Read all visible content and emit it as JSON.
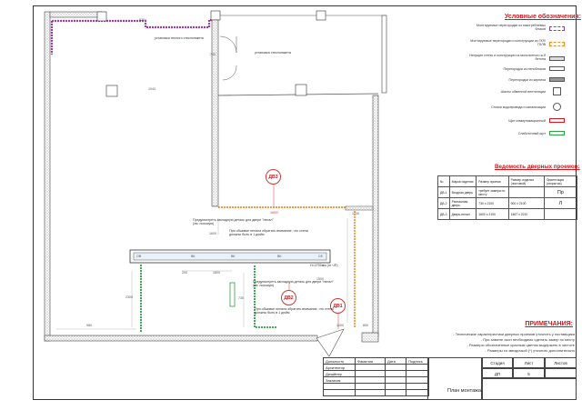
{
  "legend": {
    "title": "Условные обозначения:",
    "items": [
      {
        "label": "Монтируемые перегородки из пазогребневых блоков",
        "color": "#9e3ea0"
      },
      {
        "label": "Монтируемые перегородки и конструкции из ГКЛ/ГКЛВ",
        "color": "#f08c2c"
      },
      {
        "label": "Несущие стены и конструкции из монолитного ж.б бетона",
        "color": "#8a8a8a"
      },
      {
        "label": "Перегородки из пеноблоков",
        "color": "#4a4a4a"
      },
      {
        "label": "Перегородки из кирпича",
        "color": "#7a7a7a"
      },
      {
        "label": "Шахты обменной вентиляции",
        "color": "#666666"
      },
      {
        "label": "Стояки водопровода и канализации",
        "color": "#666666"
      },
      {
        "label": "Щит коммуникационный",
        "color": "#d4151c"
      },
      {
        "label": "Слаботочный щит",
        "color": "#2ea043"
      }
    ]
  },
  "doors": {
    "title": "Ведомость дверных проемов:",
    "headers": [
      "№",
      "Марка изделия",
      "Размер проема",
      "Размер изделия (чистовой)",
      "Ориентация (открытия)"
    ],
    "rows": [
      [
        "ДВ-1",
        "Входная дверь",
        "требует замера по месту",
        "",
        "Пр"
      ],
      [
        "ДВ-2",
        "Распашная дверь",
        "730 x 2100",
        "900 x 2100",
        "Л"
      ],
      [
        "ДВ-3",
        "Дверь-пенал",
        "1600 x 2100",
        "1567 x 2210",
        ""
      ]
    ]
  },
  "notes": {
    "title": "ПРИМЕЧАНИЯ:",
    "items": [
      "- Технические характеристики дверных проемов уточнить у поставщика",
      "- При замене окон необходимо сделать замер по месту",
      "- Размеры обозначенные красным цветом выдержать в чистоте",
      "- Размеры со звездочкой (*) уточнить дополнительно"
    ]
  },
  "stamp": {
    "headers": [
      "Должность",
      "Фамилия",
      "Дата",
      "Подпись"
    ],
    "roles": [
      "Архитектор",
      "Дизайнер",
      "Заказчик"
    ],
    "stage_label": "Стадия",
    "sheet_label": "Лист",
    "sheets_label": "Листов",
    "stage": "ДП",
    "sheet": "5",
    "sheets": "",
    "drawing_title": "План монтажа"
  },
  "plan": {
    "tags": [
      "ДВ3",
      "ДВ2",
      "ДВ1"
    ],
    "annotations": {
      "top_left": "установка теплого стеклопакета",
      "top_right": "установка стеклопакета",
      "dv3_note": "Предусмотреть закладную деталь для двери \"пенал\" (см. похожую)",
      "dv3_note2": "При обшивке пенала обратить внимание, что стены должны быть в 1 дюйм",
      "dv2_note": "Предусмотреть закладную деталь для двери \"пенал\" (см. похожую)",
      "dv2_note2": "При обшивке пенала обратить внимание, что стены должны быть в 1 дюйм",
      "beam": "H=2700мм (от ЧП)"
    },
    "dims": [
      "1600*",
      "1730",
      "1600",
      "2300",
      "200",
      "1800",
      "1040",
      "700",
      "730",
      "800",
      "1200",
      "980",
      "1500",
      "520",
      "2800"
    ],
    "labels": [
      "ОВ",
      "ВК",
      "ВК",
      "ВК",
      "СЕ"
    ]
  }
}
